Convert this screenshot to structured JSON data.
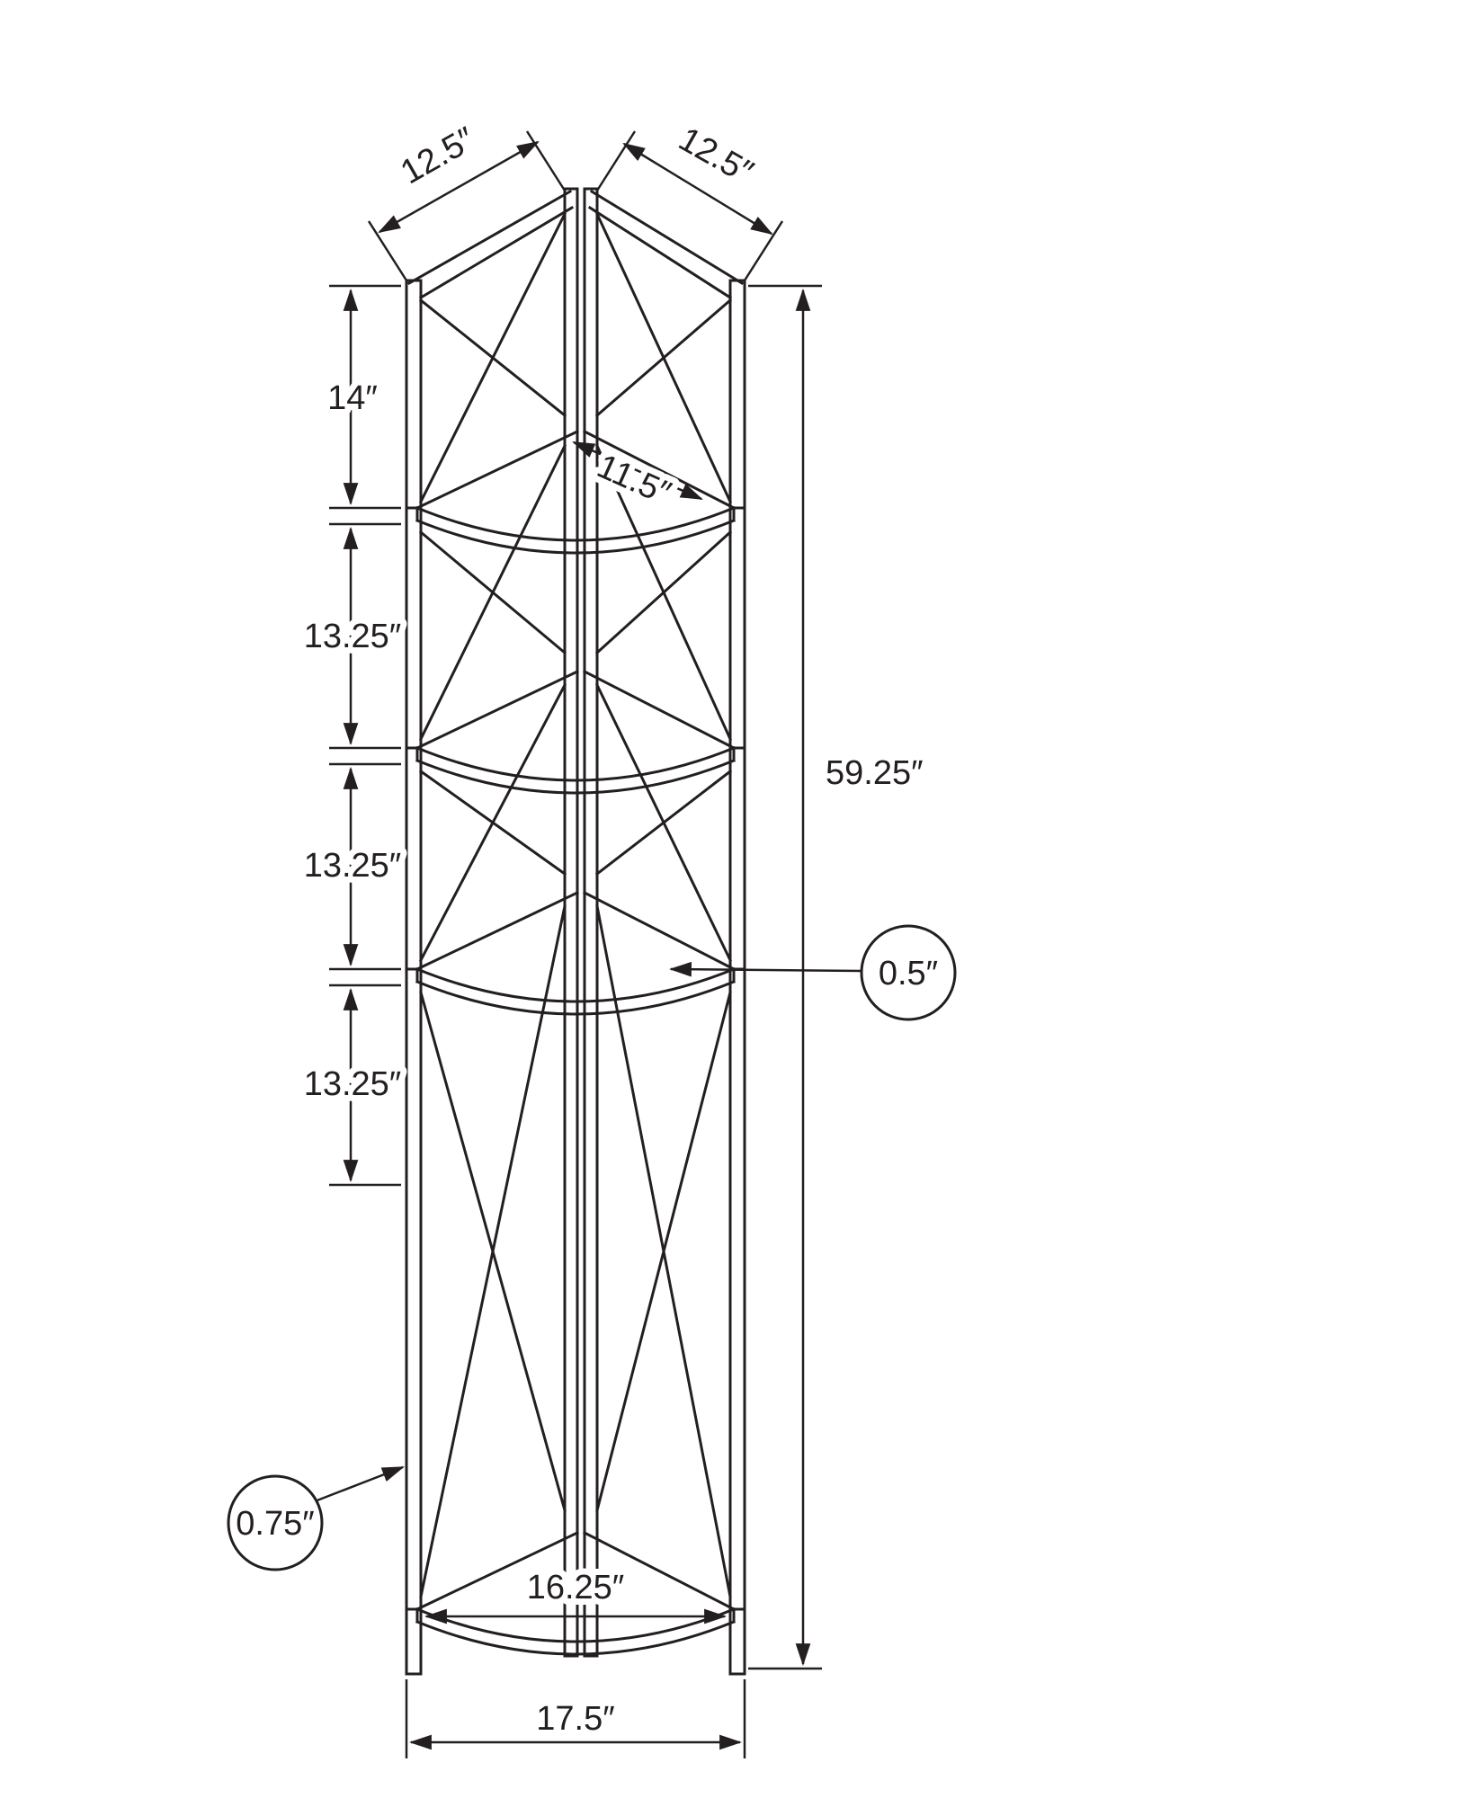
{
  "diagram": {
    "labels": {
      "top_left_width": "12.5″",
      "top_right_width": "12.5″",
      "gap_top": "14″",
      "gap_2": "13.25″",
      "gap_3": "13.25″",
      "gap_4": "13.25″",
      "total_height": "59.25″",
      "shelf_diagonal": "11.5″",
      "shelf_thickness": "0.5″",
      "frame_thickness": "0.75″",
      "inner_width": "16.25″",
      "outer_width": "17.5″"
    },
    "colors": {
      "line": "#231f20",
      "background": "#ffffff"
    }
  }
}
